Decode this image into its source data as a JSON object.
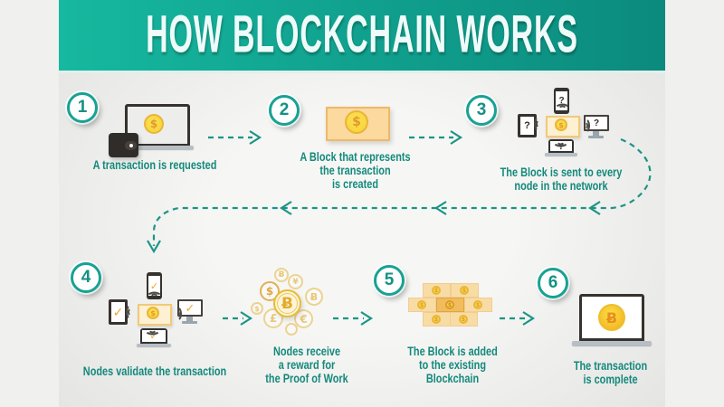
{
  "header": {
    "title": "HOW BLOCKCHAIN WORKS"
  },
  "steps": [
    {
      "number": "1",
      "caption": "A transaction is requested"
    },
    {
      "number": "2",
      "caption": "A Block that represents\nthe transaction\nis created"
    },
    {
      "number": "3",
      "caption": "The Block is sent to every\nnode in the network"
    },
    {
      "number": "4",
      "caption": "Nodes validate the transaction"
    },
    {
      "number": "5",
      "caption": "The Block is added\nto the existing\nBlockchain"
    },
    {
      "number": "6",
      "caption": "The transaction\nis complete"
    }
  ],
  "reward": {
    "caption": "Nodes receive\na reward for\nthe Proof of Work"
  },
  "icons": {
    "question_mark": "?",
    "check_mark": "✓",
    "dollar": "$",
    "bitcoin": "Ƀ",
    "pound": "£",
    "euro": "€",
    "yen": "¥"
  },
  "colors": {
    "header_teal_left": "#16b89f",
    "header_teal_right": "#0b8a7d",
    "accent_teal": "#13897c",
    "arrow_teal": "#1b9486",
    "coin_yellow": "#f8d236",
    "coin_border": "#e9b53a",
    "coin_symbol": "#e09a2a",
    "block_fill": "#fbd99f",
    "block_border": "#eeb968",
    "block_highlight": "#f0bc5e",
    "check_orange": "#eda62f",
    "device_dark": "#36322e",
    "bitcoin_orange": "#f0a822"
  }
}
